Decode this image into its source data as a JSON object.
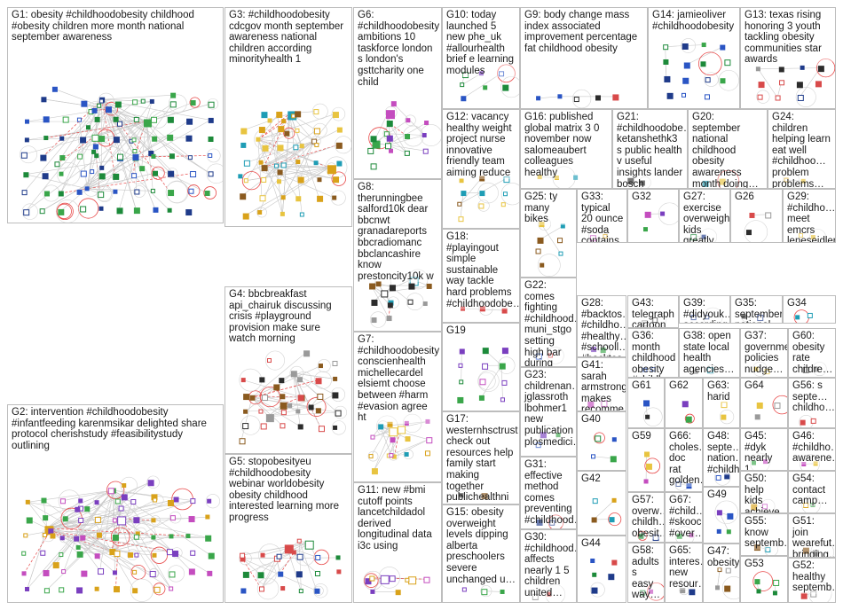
{
  "title": "",
  "palette": [
    "#1f3b8a",
    "#2a55c4",
    "#1d8a3a",
    "#3aa64a",
    "#7a3fbf",
    "#c44dbf",
    "#d9a21a",
    "#e8c440",
    "#1f9db5",
    "#8a5a1f",
    "#9a9a9a",
    "#2c2c2c",
    "#d84a4a"
  ],
  "groups": [
    {
      "id": "G1",
      "label": "G1: obesity #childhoodobesity childhood #obesity children more month national september awareness"
    },
    {
      "id": "G2",
      "label": "G2: intervention #childhoodobesity #infantfeeding karenmsikar delighted share protocol cherishstudy #feasibilitystudy outlining"
    },
    {
      "id": "G3",
      "label": "G3: #childhoodobesity cdcgov month september awareness national children according minorityhealth 1"
    },
    {
      "id": "G4",
      "label": "G4: bbcbreakfast api_chairuk discussing crisis #playground provision make sure watch morning"
    },
    {
      "id": "G5",
      "label": "G5: stopobesityeu #childhoodobesity webinar worldobesity obesity childhood interested learning more progress"
    },
    {
      "id": "G6",
      "label": "G6: #childhoodobesity ambitions 10 taskforce london s london's gsttcharity one child"
    },
    {
      "id": "G7",
      "label": "G7: #childhoodobesity conscienhealth michellecardel elsiemt choose between #harm #evasion agree ht"
    },
    {
      "id": "G8",
      "label": "G8: therunningbee salford10k dear bbcnwt granadareports bbcradiomanc bbclancashire know prestoncity10k w"
    },
    {
      "id": "G9",
      "label": "G9: body change mass index associated improvement percentage fat childhood obesity"
    },
    {
      "id": "G10",
      "label": "G10: today launched 5 new phe_uk #allourhealth brief e learning modules"
    },
    {
      "id": "G11",
      "label": "G11: new #bmi cutoff points lancetchildadol derived longitudinal data i3c using"
    },
    {
      "id": "G12",
      "label": "G12: vacancy healthy weight project nurse innovative friendly team aiming reduce"
    },
    {
      "id": "G13",
      "label": "G13: texas rising honoring 3 youth tackling obesity communities star awards"
    },
    {
      "id": "G14",
      "label": "G14: jamieoliver #childhoodobesity"
    },
    {
      "id": "G15",
      "label": "G15: obesity overweight levels dipping alberta preschoolers severe unchanged u…"
    },
    {
      "id": "G16",
      "label": "G16: published global matrix 3 0 november now salomeaubert colleagues healthy"
    },
    {
      "id": "G17",
      "label": "G17: westernhsctrust check out resources help family start making together publichealthni"
    },
    {
      "id": "G18",
      "label": "G18: #playingout simple sustainable way tackle hard problems #childhoodobe…"
    },
    {
      "id": "G19",
      "label": "G19"
    },
    {
      "id": "G20",
      "label": "G20: september national childhood obesity awareness month doing…"
    },
    {
      "id": "G21",
      "label": "G21: #childhoodobe… ketanshethk3 s public health v useful insights lander bosch"
    },
    {
      "id": "G22",
      "label": "G22: comes fighting #childhood… muni_stgo setting high bar during national…"
    },
    {
      "id": "G23",
      "label": "G23: childrenan… jglassroth lbohmer1 new publication plosmedici…"
    },
    {
      "id": "G24",
      "label": "G24: children helping learn eat well #childhoo… problem problems…"
    },
    {
      "id": "G25",
      "label": "G25: ty many bikes"
    },
    {
      "id": "G26",
      "label": "G26"
    },
    {
      "id": "G27",
      "label": "G27: exercise overweight kids greatly improve…"
    },
    {
      "id": "G28",
      "label": "G28: #backtos… #childho… #healthy… #schooll… #backtos… research…"
    },
    {
      "id": "G29",
      "label": "G29: #childho… meet emcrs leneseidler lene's…"
    },
    {
      "id": "G30",
      "label": "G30: #childhood… affects nearly 1 5 children united…"
    },
    {
      "id": "G31",
      "label": "G31: effective method comes preventing #childhood…"
    },
    {
      "id": "G32",
      "label": "G32"
    },
    {
      "id": "G33",
      "label": "G33: typical 20 ounce #soda contains 15 18…"
    },
    {
      "id": "G34",
      "label": "G34"
    },
    {
      "id": "G35",
      "label": "G35: september national childhood…"
    },
    {
      "id": "G36",
      "label": "G36: month childhood obesity #childhood…"
    },
    {
      "id": "G37",
      "label": "G37: government policies nudge…"
    },
    {
      "id": "G38",
      "label": "G38: open state local health agencies…"
    },
    {
      "id": "G39",
      "label": "G39: #didyouk… according #2025…"
    },
    {
      "id": "G40",
      "label": "G40"
    },
    {
      "id": "G41",
      "label": "G41: sarah armstrong makes recomme…"
    },
    {
      "id": "G42",
      "label": "G42"
    },
    {
      "id": "G43",
      "label": "G43: telegraph cartoon #sugarta…"
    },
    {
      "id": "G44",
      "label": "G44"
    },
    {
      "id": "G45",
      "label": "G45: #dyk nearly 1…"
    },
    {
      "id": "G46",
      "label": "G46: #childho… awarene…"
    },
    {
      "id": "G47",
      "label": "G47: obesity"
    },
    {
      "id": "G48",
      "label": "G48: septe… nation… #childh…"
    },
    {
      "id": "G49",
      "label": "G49"
    },
    {
      "id": "G50",
      "label": "G50: help kids achieve…"
    },
    {
      "id": "G51",
      "label": "G51: join wearefut… bringing…"
    },
    {
      "id": "G52",
      "label": "G52: healthy septemb…"
    },
    {
      "id": "G53",
      "label": "G53"
    },
    {
      "id": "G54",
      "label": "G54: contact camp…"
    },
    {
      "id": "G55",
      "label": "G55: know septemb…"
    },
    {
      "id": "G56",
      "label": "G56: s septe… childho…"
    },
    {
      "id": "G57",
      "label": "G57: overw… childh… obesit…"
    },
    {
      "id": "G58",
      "label": "G58: adults s easy way…"
    },
    {
      "id": "G59",
      "label": "G59"
    },
    {
      "id": "G60",
      "label": "G60: obesity rate childre…"
    },
    {
      "id": "G61",
      "label": "G61"
    },
    {
      "id": "G62",
      "label": "G62"
    },
    {
      "id": "G63",
      "label": "G63: harid"
    },
    {
      "id": "G64",
      "label": "G64"
    },
    {
      "id": "G65",
      "label": "G65: interes… new resour…"
    },
    {
      "id": "G66",
      "label": "G66: choles… doc rat golden…"
    },
    {
      "id": "G67",
      "label": "G67: #child… #skooc #over…"
    }
  ]
}
